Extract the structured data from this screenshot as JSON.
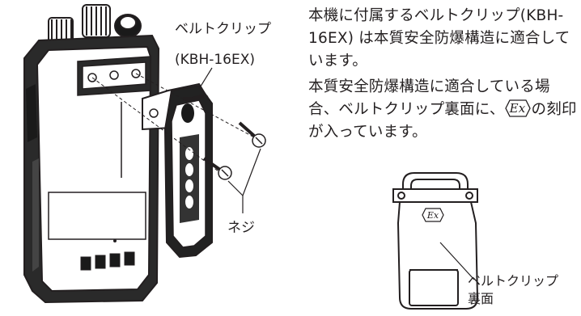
{
  "figure_main": {
    "clip_label": "ベルトクリップ",
    "model_label": "(KBH-16EX)",
    "screw_label": "ネジ"
  },
  "description": {
    "paragraph1": "本機に付属するベルトクリップ(KBH-16EX) は本質安全防爆構造に適合しています。",
    "paragraph2_before": "本質安全防爆構造に適合している場合、ベルトクリップ裏面に、",
    "ex_symbol": "Ex",
    "paragraph2_after": "の刻印が入っています。"
  },
  "figure_clip": {
    "ex_symbol": "Ex",
    "label_line1": "ベルトクリップ",
    "label_line2": "裏面"
  }
}
